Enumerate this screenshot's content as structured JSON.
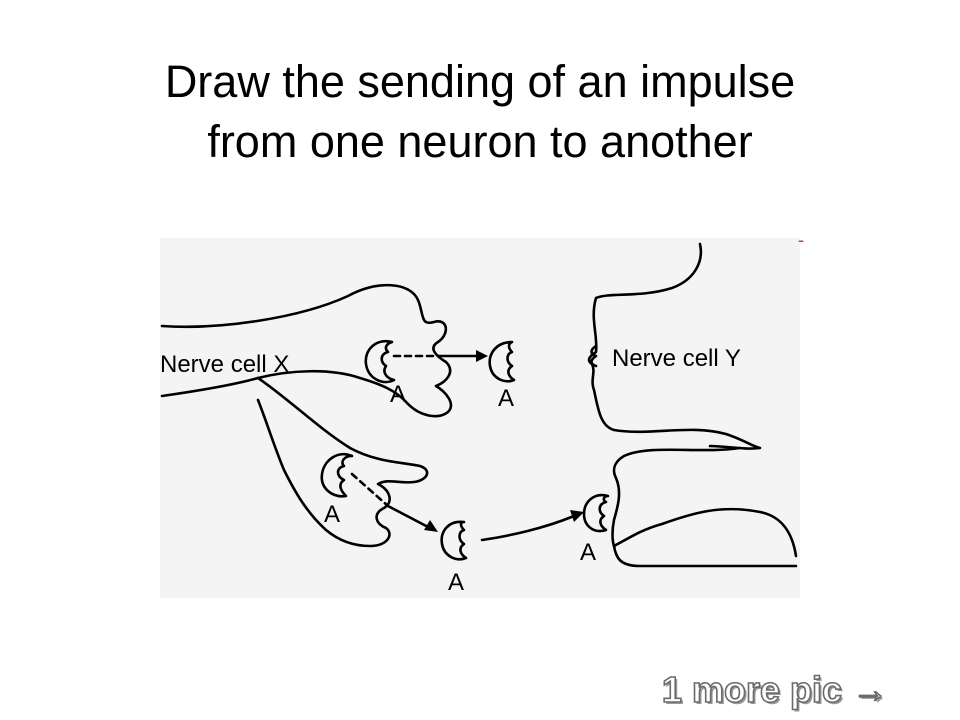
{
  "slide": {
    "title_line1": "Draw the sending of an impulse",
    "title_line2": "from one neuron to another"
  },
  "diagram": {
    "cell_x_label": "Nerve cell X",
    "cell_y_label": "Nerve cell Y",
    "molecule_label": "A",
    "accent_mark": "-"
  },
  "navigation": {
    "next_label": "1 more pic",
    "next_arrow": "→"
  },
  "colors": {
    "ink": "#000000",
    "accent": "#a03070",
    "nav_outline": "#6a6a6a"
  }
}
